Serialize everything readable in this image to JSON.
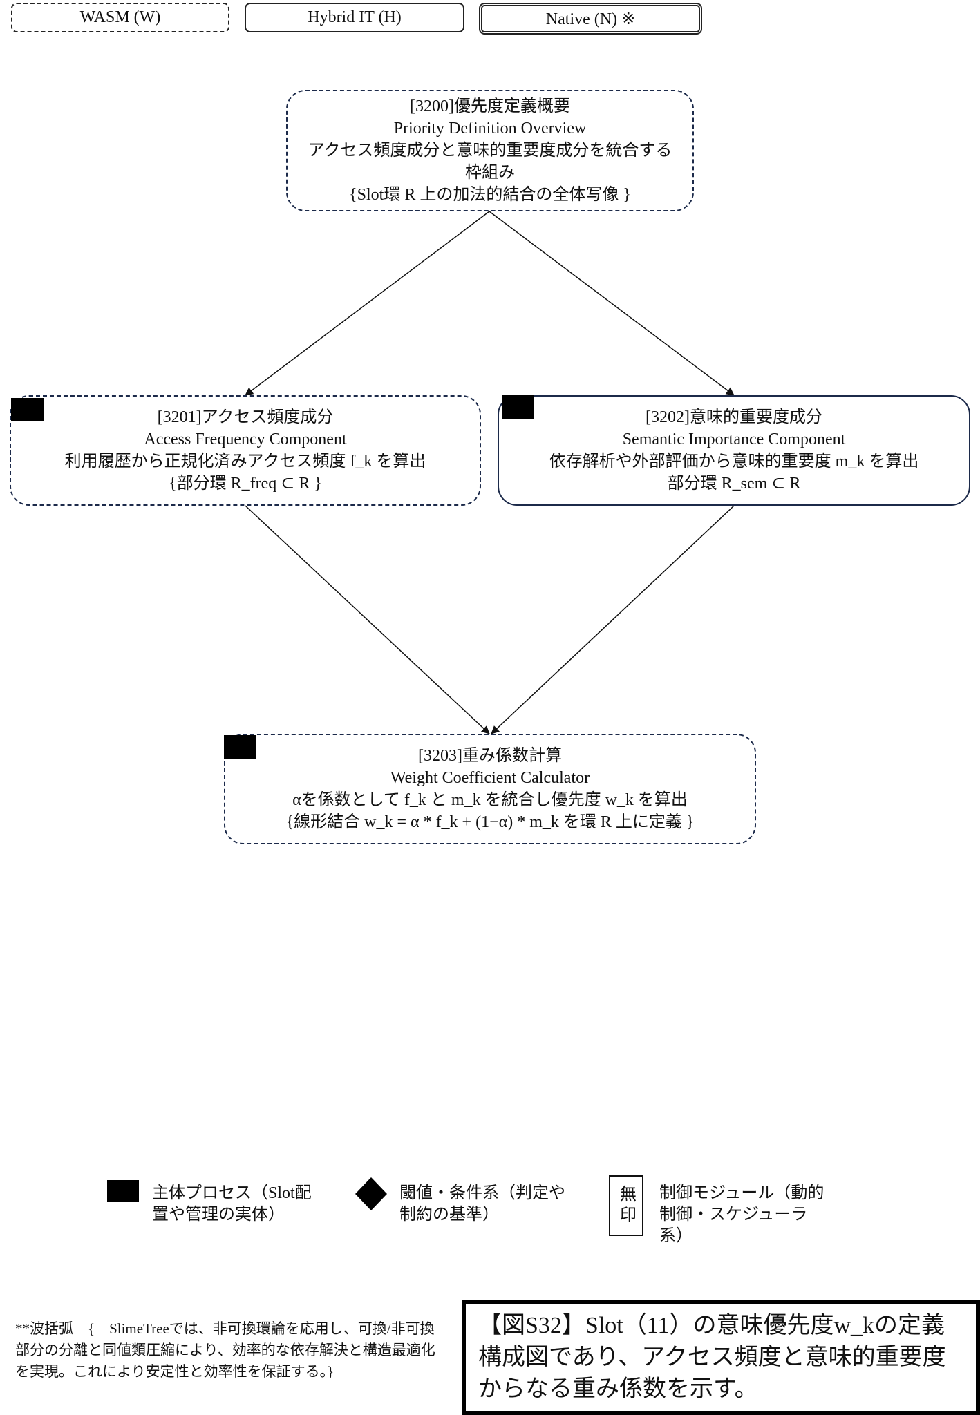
{
  "legend_top": {
    "wasm": "WASM (W)",
    "hybrid": "Hybrid IT (H)",
    "native": "Native (N) ※"
  },
  "nodes": {
    "n3200": {
      "title": "[3200]優先度定義概要",
      "en": "Priority Definition Overview",
      "desc": "アクセス頻度成分と意味的重要度成分を統合する枠組み",
      "note": "{Slot環 R 上の加法的結合の全体写像 }"
    },
    "n3201": {
      "title": "[3201]アクセス頻度成分",
      "en": "Access Frequency Component",
      "desc": "利用履歴から正規化済みアクセス頻度 f_k を算出",
      "note": "{部分環 R_freq ⊂ R }"
    },
    "n3202": {
      "title": "[3202]意味的重要度成分",
      "en": "Semantic Importance Component",
      "desc": "依存解析や外部評価から意味的重要度 m_k を算出",
      "note": "部分環 R_sem ⊂ R"
    },
    "n3203": {
      "title": "[3203]重み係数計算",
      "en": "Weight Coefficient Calculator",
      "desc": "αを係数として f_k と m_k を統合し優先度 w_k を算出",
      "note": "{線形結合 w_k = α * f_k + (1−α) * m_k を環 R 上に定義 }"
    }
  },
  "key": {
    "main_process": "主体プロセス（Slot配置や管理の実体）",
    "threshold": "閾値・条件系（判定や制約の基準）",
    "control_stamp": "無印",
    "control": "制御モジュール（動的制御・スケジューラ系）"
  },
  "footnote": "**波括弧　{　SlimeTreeでは、非可換環論を応用し、可換/非可換部分の分離と同値類圧縮により、効率的な依存解決と構造最適化を実現。これにより安定性と効率性を保証する。}",
  "caption": "【図S32】Slot（11）の意味優先度w_kの定義構成図であり、アクセス頻度と意味的重要度からなる重み係数を示す。",
  "colors": {
    "node_border": "#1c2a4a",
    "marker": "#000000"
  }
}
